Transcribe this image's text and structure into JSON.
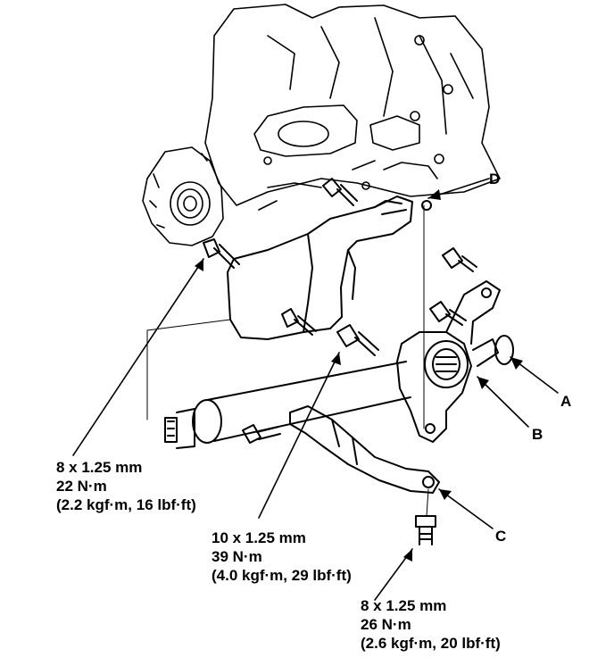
{
  "callouts": {
    "a": "A",
    "b": "B",
    "c": "C",
    "d": "D"
  },
  "torque_specs": [
    {
      "size": "8 x 1.25 mm",
      "torque": "22 N·m",
      "alt": "(2.2 kgf·m, 16 lbf·ft)"
    },
    {
      "size": "10 x 1.25 mm",
      "torque": "39 N·m",
      "alt": "(4.0 kgf·m, 29 lbf·ft)"
    },
    {
      "size": "8 x 1.25 mm",
      "torque": "26 N·m",
      "alt": "(2.6 kgf·m, 20 lbf·ft)"
    }
  ],
  "colors": {
    "ink": "#000000",
    "paper": "#ffffff"
  }
}
